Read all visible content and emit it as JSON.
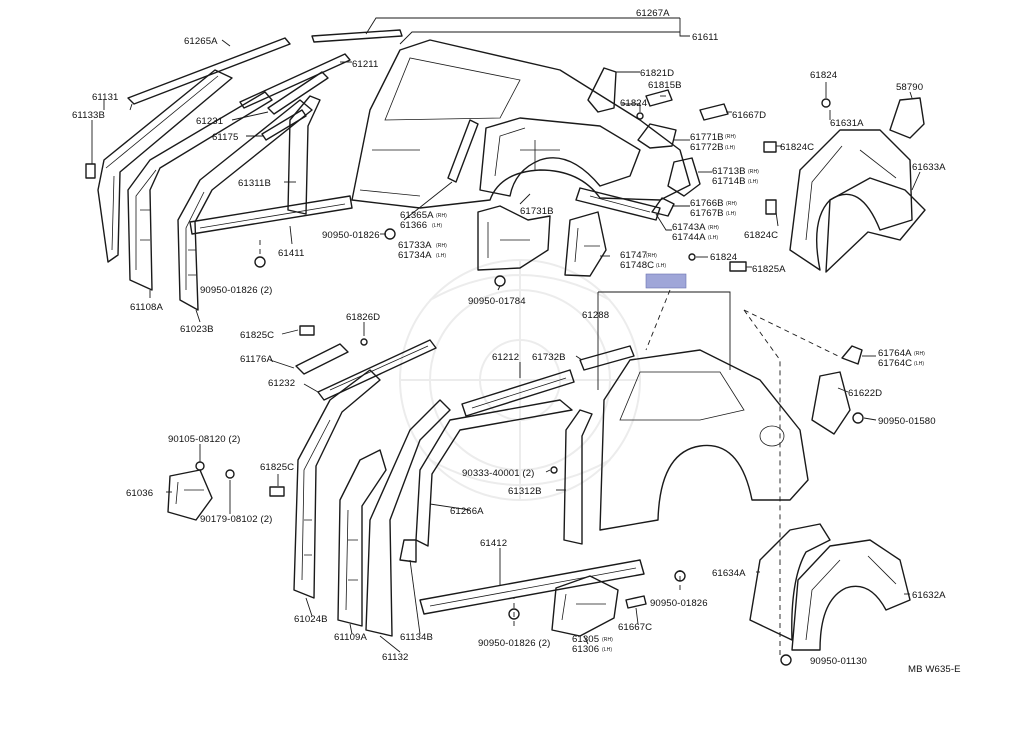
{
  "diagram": {
    "labels": {
      "p61267A": "61267A",
      "p61611": "61611",
      "p61265A": "61265A",
      "p61211": "61211",
      "p61131": "61131",
      "p61133B": "61133B",
      "p61231": "61231",
      "p61175": "61175",
      "p61311B": "61311B",
      "p61411": "61411",
      "p61108A": "61108A",
      "p61023B": "61023B",
      "p90950_01826_a": "90950-01826",
      "p90950_01826_2a": "90950-01826 (2)",
      "p61821D": "61821D",
      "p61815B": "61815B",
      "p61824_a": "61824",
      "p61667D": "61667D",
      "p61771B": "61771B",
      "p61772B": "61772B",
      "p61824C_a": "61824C",
      "p61713B": "61713B",
      "p61714B": "61714B",
      "p61766B": "61766B",
      "p61767B": "61767B",
      "p61743A": "61743A",
      "p61744A": "61744A",
      "p61365A": "61365A",
      "p61366": "61366",
      "p61731B": "61731B",
      "p61733A": "61733A",
      "p61734A": "61734A",
      "p61747": "61747",
      "p61748C": "61748C",
      "p61824_b": "61824",
      "p61825A": "61825A",
      "p90950_01784": "90950-01784",
      "p61824_c": "61824",
      "p58790": "58790",
      "p61631A": "61631A",
      "p61633A": "61633A",
      "p61824C_b": "61824C",
      "p61826D": "61826D",
      "p61825C_a": "61825C",
      "p61176A": "61176A",
      "p61232": "61232",
      "p61288": "61288",
      "p61212": "61212",
      "p61732B": "61732B",
      "p61764A": "61764A",
      "p61764C": "61764C",
      "p61622D": "61622D",
      "p90950_01580": "90950-01580",
      "p90105_08120": "90105-08120 (2)",
      "p61825C_b": "61825C",
      "p61036": "61036",
      "p90179_08102": "90179-08102 (2)",
      "p90333_40001": "90333-40001 (2)",
      "p61312B": "61312B",
      "p61266A": "61266A",
      "p61412": "61412",
      "p61024B": "61024B",
      "p61109A": "61109A",
      "p61134B": "61134B",
      "p61132": "61132",
      "p90950_01826_2b": "90950-01826 (2)",
      "p61305": "61305",
      "p61306": "61306",
      "p61667C": "61667C",
      "p90950_01826_b": "90950-01826",
      "p61634A": "61634A",
      "p61632A": "61632A",
      "p90950_01130": "90950-01130",
      "diagram_code": "MB W635-E"
    },
    "side_marks": {
      "rh": "(RH)",
      "lh": "(LH)"
    },
    "colors": {
      "line": "#1a1a1a",
      "highlight": "#9fa6d8",
      "watermark": "#ececec"
    }
  }
}
